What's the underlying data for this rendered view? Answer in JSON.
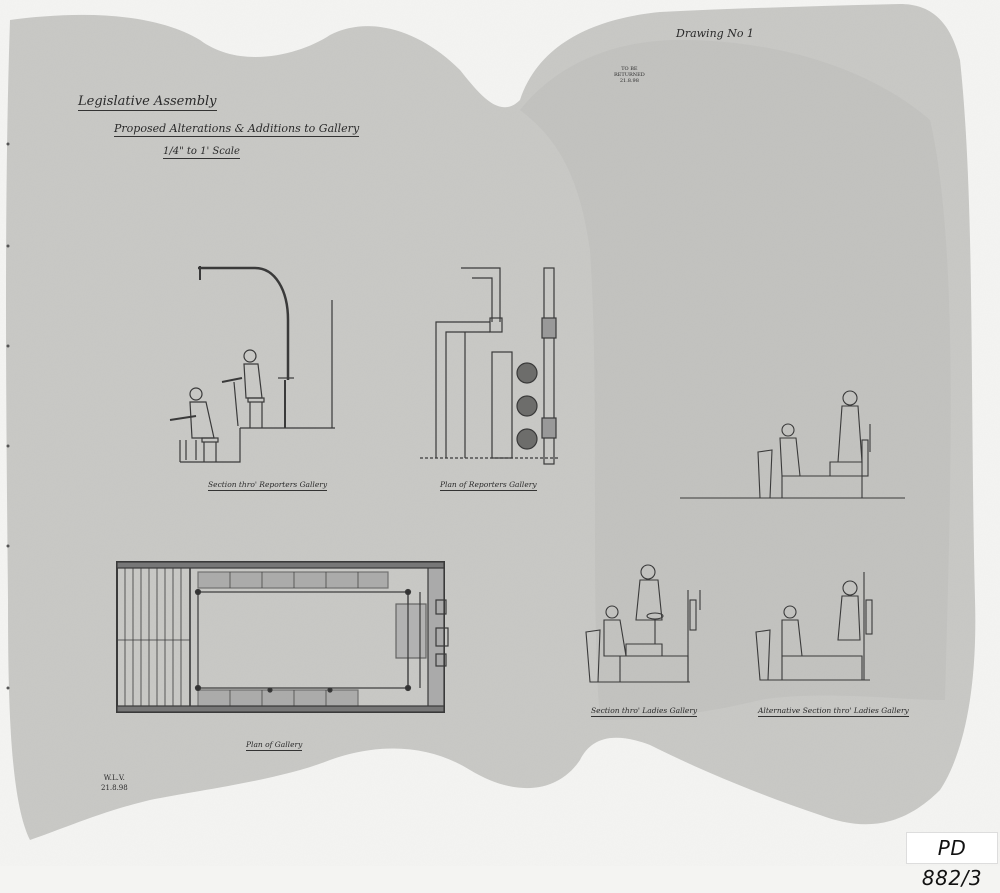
{
  "title_block": {
    "line1": "Legislative Assembly",
    "line2": "Proposed Alterations & Additions to Gallery",
    "line3": "1/4\" to 1' Scale"
  },
  "drawing_number": "Drawing No 1",
  "stamp": {
    "line1": "TO BE",
    "line2": "RETURNED",
    "line3": "21.8.98"
  },
  "captions": {
    "section_reporters": "Section thro' Reporters Gallery",
    "plan_reporters": "Plan of Reporters Gallery",
    "plan_gallery": "Plan of Gallery",
    "section_ladies": "Section thro' Ladies Gallery",
    "alternative_section": "Alternative Section thro' Ladies Gallery"
  },
  "initials": {
    "name": "W.L.V.",
    "date": "21.8.98"
  },
  "reference_number": "PD 882/3",
  "colors": {
    "paper": "#c9c9c6",
    "background": "#f4f4f2",
    "ink": "#3a3a3a"
  }
}
